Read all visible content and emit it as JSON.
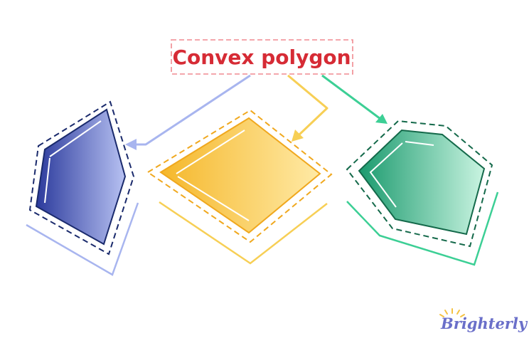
{
  "title": {
    "text": "Convex polygon",
    "color": "#d62b35",
    "border_color": "#f08a91"
  },
  "logo": {
    "text": "Brighterly",
    "color": "#6a6fc9",
    "sun_color": "#f5c242"
  },
  "colors": {
    "blue_dark": "#2b3a9c",
    "blue_light": "#b7c1f2",
    "blue_line": "#a8b5ef",
    "yellow_dark": "#f5b72a",
    "yellow_light": "#ffeaa6",
    "yellow_line": "#f7cf55",
    "green_dark": "#1b9a6e",
    "green_light": "#c9f4e1",
    "green_line": "#3ccf95",
    "outline_dark": "#1a2a6c",
    "green_outline": "#14694a"
  },
  "shapes": [
    {
      "name": "blue-pentagon",
      "kind": "pentagon"
    },
    {
      "name": "yellow-rhombus",
      "kind": "rhombus"
    },
    {
      "name": "green-hexagon",
      "kind": "hexagon"
    }
  ]
}
